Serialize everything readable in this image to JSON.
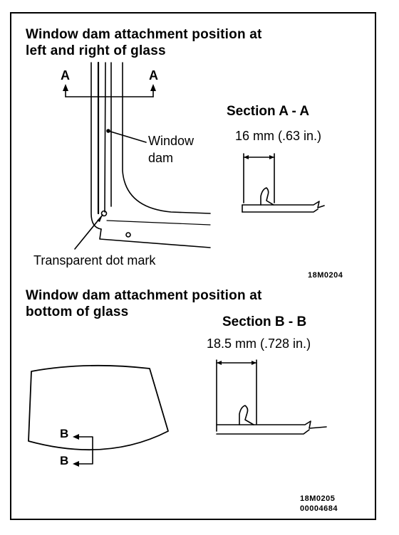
{
  "top": {
    "title_line1": "Window dam attachment position at",
    "title_line2": "left and right of glass",
    "cut_label_left": "A",
    "cut_label_right": "A",
    "window_dam_line1": "Window",
    "window_dam_line2": "dam",
    "dot_mark_label": "Transparent dot mark",
    "section_title": "Section A - A",
    "dimension": "16 mm (.63 in.)",
    "figure_code": "18M0204"
  },
  "bottom": {
    "title_line1": "Window dam attachment position at",
    "title_line2": "bottom of glass",
    "cut_label_upper": "B",
    "cut_label_lower": "B",
    "section_title": "Section B - B",
    "dimension": "18.5 mm (.728 in.)",
    "figure_code": "18M0205",
    "document_code": "00004684"
  }
}
